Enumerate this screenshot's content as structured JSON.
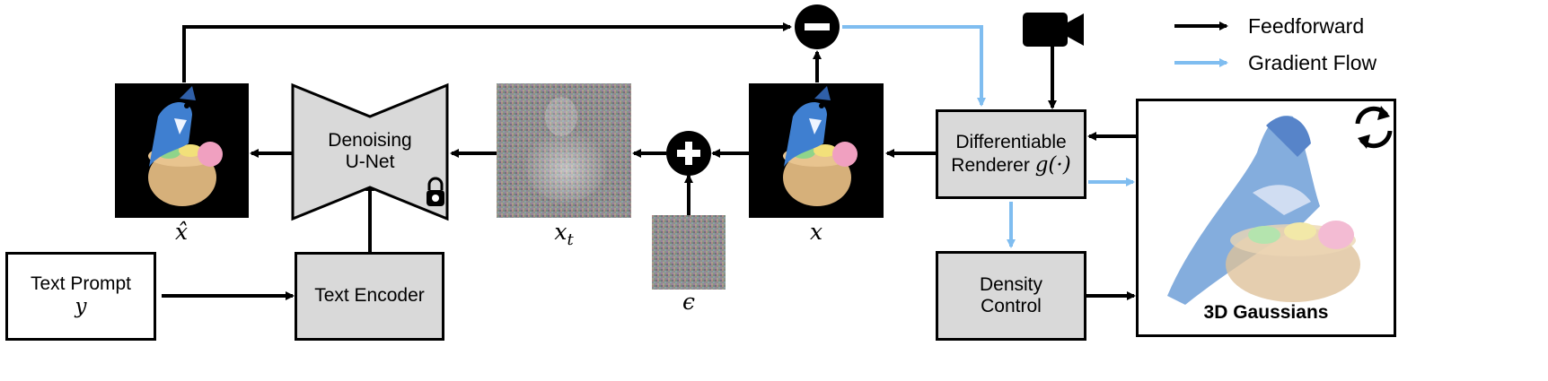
{
  "colors": {
    "feedforward": "#000000",
    "gradient": "#7fbdf0",
    "box_fill": "#d9d9d9",
    "image_bg": "#000000"
  },
  "legend": {
    "feedforward": "Feedforward",
    "gradient": "Gradient Flow"
  },
  "boxes": {
    "text_prompt": {
      "label": "Text Prompt",
      "var": "y"
    },
    "text_encoder": {
      "label": "Text Encoder"
    },
    "denoiser": {
      "line1": "Denoising",
      "line2": "U-Net"
    },
    "renderer": {
      "line1": "Differentiable",
      "line2": "Renderer",
      "func": "g(·)"
    },
    "density": {
      "line1": "Density",
      "line2": "Control"
    },
    "gaussians": {
      "label": "3D Gaussians"
    }
  },
  "labels": {
    "x_hat": "x̂",
    "x_t": "x_t",
    "x": "x",
    "epsilon": "ϵ"
  },
  "operators": {
    "minus": "minus",
    "plus": "plus"
  },
  "icons": {
    "camera": "camera-icon",
    "refresh": "refresh-icon",
    "lock": "lock-icon",
    "bird": "blue-jay-on-macaron-basket-image",
    "noise": "noise-image"
  }
}
